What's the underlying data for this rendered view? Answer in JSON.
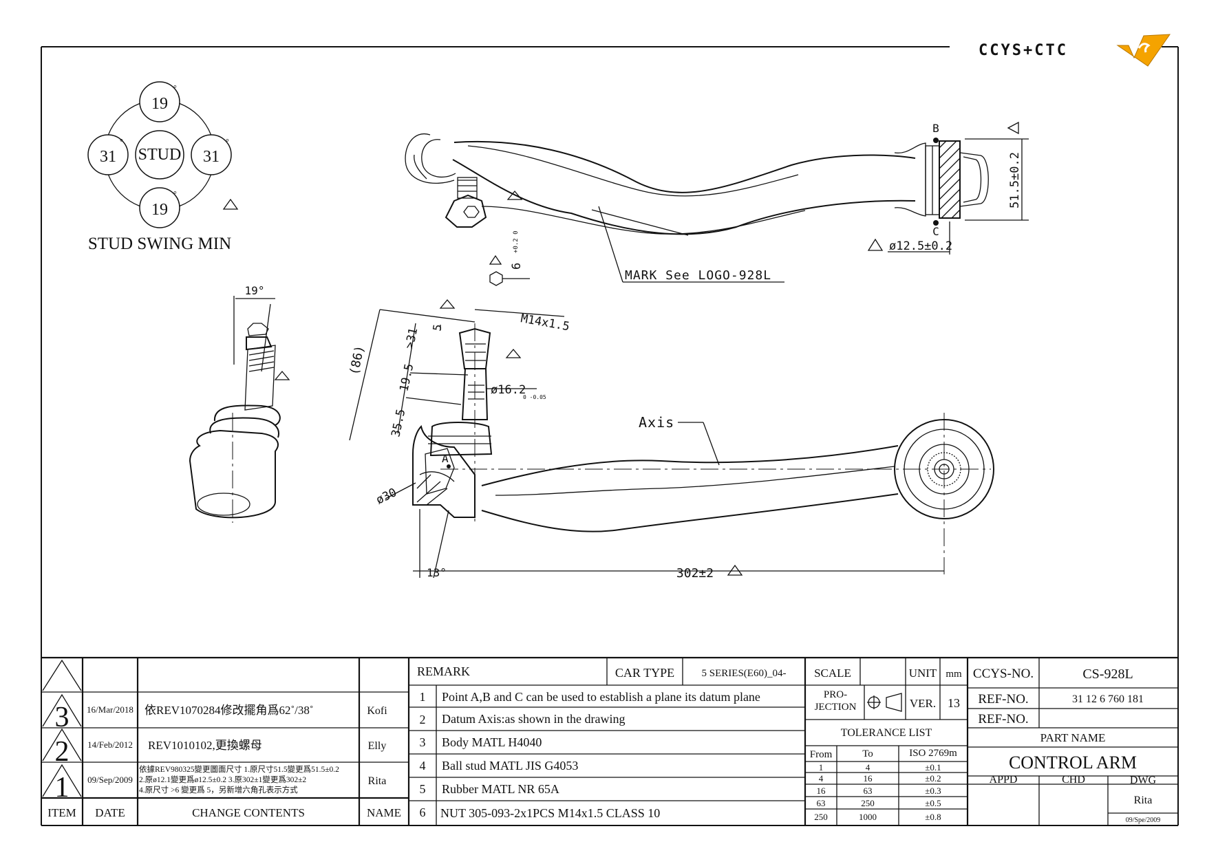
{
  "brand": {
    "logo_text": "CCYS+CTC"
  },
  "stud_swing": {
    "top": "19",
    "bottom": "19",
    "left": "31",
    "right": "31",
    "center": "STUD",
    "caption": "STUD SWING MIN",
    "deg": "°"
  },
  "dims": {
    "b_label": "B",
    "c_label": "C",
    "a_label": "A",
    "height_51": "51.5±0.2",
    "dia_125": "ø12.5±0.2",
    "mark": "MARK See LOGO-928L",
    "angle_19": "19°",
    "hex6": "6",
    "hex6_tol": "+0.2 0",
    "thread": "M14x1.5",
    "d5": "5",
    "d31": ">31",
    "d86": "(86)",
    "d195": "19.5",
    "d355": "35.5",
    "d162": "ø16.2",
    "d162_tol": "0 -0.05",
    "d30": "ø30",
    "axis": "Axis",
    "angle_13": "13°",
    "len_302": "302±2"
  },
  "revisions": {
    "headers": {
      "item": "ITEM",
      "date": "DATE",
      "change": "CHANGE CONTENTS",
      "name": "NAME"
    },
    "rows": [
      {
        "num": "3",
        "date": "16/Mar/2018",
        "change": "依REV1070284修改擺角爲62˚/38˚",
        "name": "Kofi"
      },
      {
        "num": "2",
        "date": "14/Feb/2012",
        "change": "REV1010102,更換螺母",
        "name": "Elly"
      },
      {
        "num": "1",
        "date": "09/Sep/2009",
        "change_lines": [
          "依據REV980325變更圖面尺寸 1.原尺寸51.5變更爲51.5±0.2",
          "2.原ø12.1變更爲ø12.5±0.2    3.原302±1變更爲302±2",
          "4.原尺寸 >6 變更爲 5，另新增六角孔表示方式"
        ],
        "name": "Rita"
      }
    ]
  },
  "remarks": {
    "title": "REMARK",
    "car_type_label": "CAR TYPE",
    "car_type": "5 SERIES(E60)_04-",
    "items": [
      {
        "num": "1",
        "text": "Point A,B and C can be used to establish a plane its datum plane"
      },
      {
        "num": "2",
        "text": "Datum Axis:as shown in the drawing"
      },
      {
        "num": "3",
        "text": "Body MATL H4040"
      },
      {
        "num": "4",
        "text": "Ball stud MATL JIS G4053"
      },
      {
        "num": "5",
        "text": "Rubber MATL NR 65A"
      },
      {
        "num": "6",
        "text": "NUT 305-093-2x1PCS M14x1.5 CLASS 10"
      }
    ]
  },
  "spec": {
    "scale": "SCALE",
    "unit": "UNIT",
    "mm": "mm",
    "projection_a": "PRO-",
    "projection_b": "JECTION",
    "ver": "VER.",
    "ver_val": "13",
    "tolerance": "TOLERANCE LIST",
    "from": "From",
    "to": "To",
    "iso": "ISO 2769m",
    "tol_rows": [
      {
        "from": "1",
        "to": "4",
        "tol": "±0.1"
      },
      {
        "from": "4",
        "to": "16",
        "tol": "±0.2"
      },
      {
        "from": "16",
        "to": "63",
        "tol": "±0.3"
      },
      {
        "from": "63",
        "to": "250",
        "tol": "±0.5"
      },
      {
        "from": "250",
        "to": "1000",
        "tol": "±0.8"
      }
    ]
  },
  "title_block": {
    "ccys_no_label": "CCYS-NO.",
    "ccys_no": "CS-928L",
    "ref1_label": "REF-NO.",
    "ref1": "31 12 6 760 181",
    "ref2_label": "REF-NO.",
    "ref2": "",
    "part_name_label": "PART NAME",
    "part_name": "CONTROL ARM",
    "appd": "APPD",
    "chd": "CHD",
    "dwg": "DWG",
    "drawer": "Rita",
    "draw_date": "09/Spe/2009"
  },
  "colors": {
    "logo_accent": "#f5a300",
    "ink": "#111111"
  }
}
